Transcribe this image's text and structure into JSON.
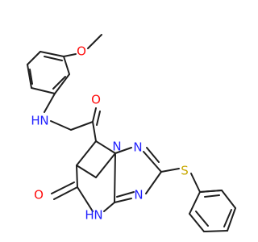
{
  "molecule": {
    "atoms": {
      "methoxy_oxygen": "O",
      "amide_nitrogen": "N",
      "amide_hydrogen": "H",
      "carbonyl_oxygen": "O",
      "triazole_n1": "N",
      "triazole_n2": "N",
      "triazole_n4": "N",
      "sulfur": "S",
      "ring_nh_hydrogen": "H",
      "ring_nh_nitrogen": "N",
      "keto_oxygen": "O"
    }
  },
  "colors": {
    "bond": "#1f1f1f",
    "oxygen": "#ff0d0d",
    "nitrogen": "#1f1fff",
    "sulfur": "#c8a800",
    "hydrogen": "#1f1fff"
  }
}
